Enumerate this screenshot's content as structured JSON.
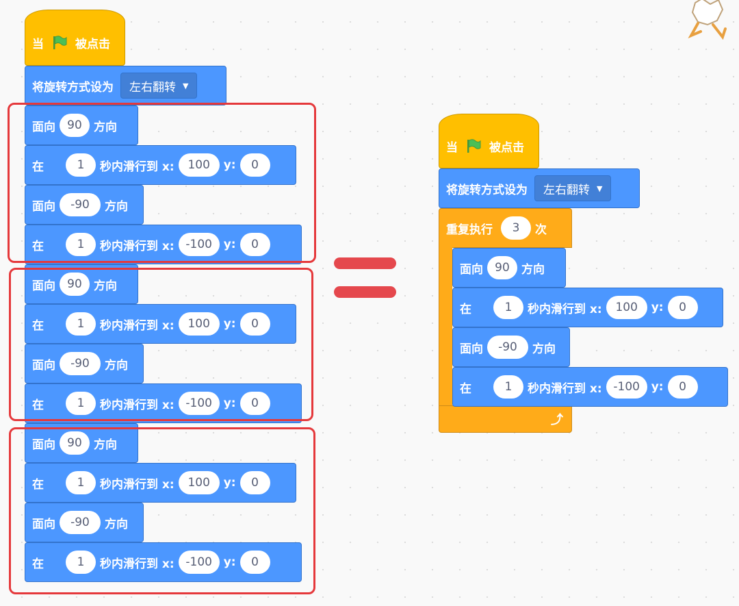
{
  "left_script": {
    "hat": {
      "when": "当",
      "clicked": "被点击"
    },
    "rotation": {
      "label": "将旋转方式设为",
      "value": "左右翻转"
    },
    "groups": [
      {
        "face1": {
          "label": "面向",
          "value": "90",
          "suffix": "方向"
        },
        "glide1": {
          "in": "在",
          "secs": "1",
          "text": "秒内滑行到 x:",
          "x": "100",
          "ylabel": "y:",
          "y": "0"
        },
        "face2": {
          "label": "面向",
          "value": "-90",
          "suffix": "方向"
        },
        "glide2": {
          "in": "在",
          "secs": "1",
          "text": "秒内滑行到 x:",
          "x": "-100",
          "ylabel": "y:",
          "y": "0"
        }
      },
      {
        "face1": {
          "label": "面向",
          "value": "90",
          "suffix": "方向"
        },
        "glide1": {
          "in": "在",
          "secs": "1",
          "text": "秒内滑行到 x:",
          "x": "100",
          "ylabel": "y:",
          "y": "0"
        },
        "face2": {
          "label": "面向",
          "value": "-90",
          "suffix": "方向"
        },
        "glide2": {
          "in": "在",
          "secs": "1",
          "text": "秒内滑行到 x:",
          "x": "-100",
          "ylabel": "y:",
          "y": "0"
        }
      },
      {
        "face1": {
          "label": "面向",
          "value": "90",
          "suffix": "方向"
        },
        "glide1": {
          "in": "在",
          "secs": "1",
          "text": "秒内滑行到 x:",
          "x": "100",
          "ylabel": "y:",
          "y": "0"
        },
        "face2": {
          "label": "面向",
          "value": "-90",
          "suffix": "方向"
        },
        "glide2": {
          "in": "在",
          "secs": "1",
          "text": "秒内滑行到 x:",
          "x": "-100",
          "ylabel": "y:",
          "y": "0"
        }
      }
    ]
  },
  "right_script": {
    "hat": {
      "when": "当",
      "clicked": "被点击"
    },
    "rotation": {
      "label": "将旋转方式设为",
      "value": "左右翻转"
    },
    "repeat": {
      "label": "重复执行",
      "count": "3",
      "suffix": "次"
    },
    "face1": {
      "label": "面向",
      "value": "90",
      "suffix": "方向"
    },
    "glide1": {
      "in": "在",
      "secs": "1",
      "text": "秒内滑行到 x:",
      "x": "100",
      "ylabel": "y:",
      "y": "0"
    },
    "face2": {
      "label": "面向",
      "value": "-90",
      "suffix": "方向"
    },
    "glide2": {
      "in": "在",
      "secs": "1",
      "text": "秒内滑行到 x:",
      "x": "-100",
      "ylabel": "y:",
      "y": "0"
    }
  },
  "colors": {
    "motion": "#4c97ff",
    "events": "#ffbf00",
    "control": "#ffab19",
    "highlight": "#e5383b"
  },
  "icons": {
    "flag": "green-flag-icon",
    "loop": "loop-arrow-icon",
    "sprite": "scratch-cat-icon"
  }
}
